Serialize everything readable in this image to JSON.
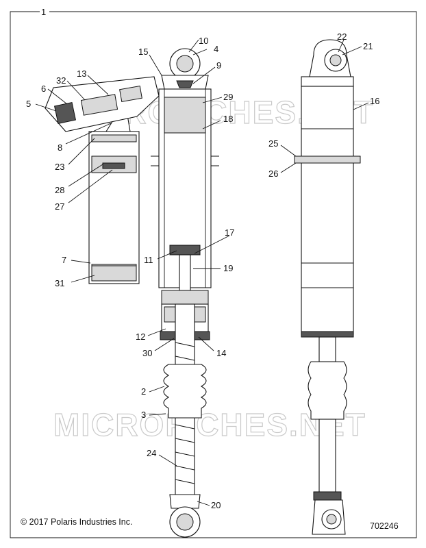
{
  "assembly_label": "1",
  "callouts": [
    {
      "id": "c1",
      "text": "1"
    },
    {
      "id": "c2",
      "text": "2"
    },
    {
      "id": "c3",
      "text": "3"
    },
    {
      "id": "c4",
      "text": "4"
    },
    {
      "id": "c5",
      "text": "5"
    },
    {
      "id": "c6",
      "text": "6"
    },
    {
      "id": "c7",
      "text": "7"
    },
    {
      "id": "c8",
      "text": "8"
    },
    {
      "id": "c9",
      "text": "9"
    },
    {
      "id": "c10",
      "text": "10"
    },
    {
      "id": "c11",
      "text": "11"
    },
    {
      "id": "c12",
      "text": "12"
    },
    {
      "id": "c13",
      "text": "13"
    },
    {
      "id": "c14",
      "text": "14"
    },
    {
      "id": "c15",
      "text": "15"
    },
    {
      "id": "c16",
      "text": "16"
    },
    {
      "id": "c17",
      "text": "17"
    },
    {
      "id": "c18",
      "text": "18"
    },
    {
      "id": "c19",
      "text": "19"
    },
    {
      "id": "c20",
      "text": "20"
    },
    {
      "id": "c21",
      "text": "21"
    },
    {
      "id": "c22",
      "text": "22"
    },
    {
      "id": "c23",
      "text": "23"
    },
    {
      "id": "c24",
      "text": "24"
    },
    {
      "id": "c25",
      "text": "25"
    },
    {
      "id": "c26",
      "text": "26"
    },
    {
      "id": "c27",
      "text": "27"
    },
    {
      "id": "c28",
      "text": "28"
    },
    {
      "id": "c29",
      "text": "29"
    },
    {
      "id": "c30",
      "text": "30"
    },
    {
      "id": "c31",
      "text": "31"
    },
    {
      "id": "c32",
      "text": "32"
    }
  ],
  "watermark": "MICROFICHES.NET",
  "copyright": "© 2017 Polaris Industries Inc.",
  "diagram_number": "702246"
}
